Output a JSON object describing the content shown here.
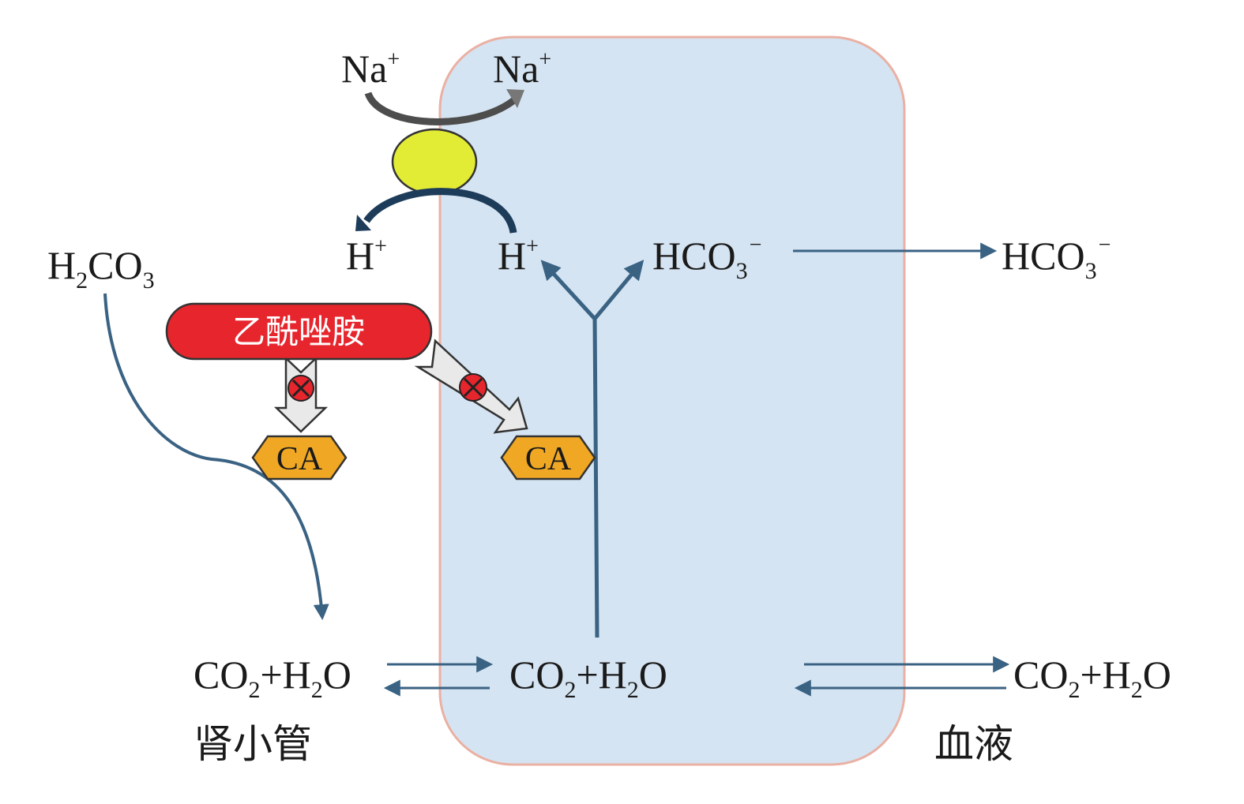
{
  "colors": {
    "cell_fill": "#d5e4f2",
    "cell_border": "#eab0a3",
    "arrow": "#3a6283",
    "drug": "#e7252d",
    "ca_enzyme": "#f0a824",
    "transporter": "#e2ec35",
    "inhibit": "#e7252d"
  },
  "ions": {
    "na_left": "Na",
    "na_right": "Na",
    "na_charge": "+",
    "h_left": "H",
    "h_right": "H",
    "h_charge": "+"
  },
  "hco3": {
    "main": "HCO",
    "sub": "3",
    "charge": "−"
  },
  "h2co3": {
    "h": "H",
    "h_sub": "2",
    "co": "CO",
    "o_sub": "3"
  },
  "co2h2o": {
    "co": "CO",
    "co_sub": "2",
    "plus_h": "+H",
    "h_sub": "2",
    "o": "O"
  },
  "drug": {
    "label": "乙酰唑胺"
  },
  "enzyme": {
    "label": "CA"
  },
  "compartments": {
    "tubule": "肾小管",
    "blood": "血液"
  }
}
